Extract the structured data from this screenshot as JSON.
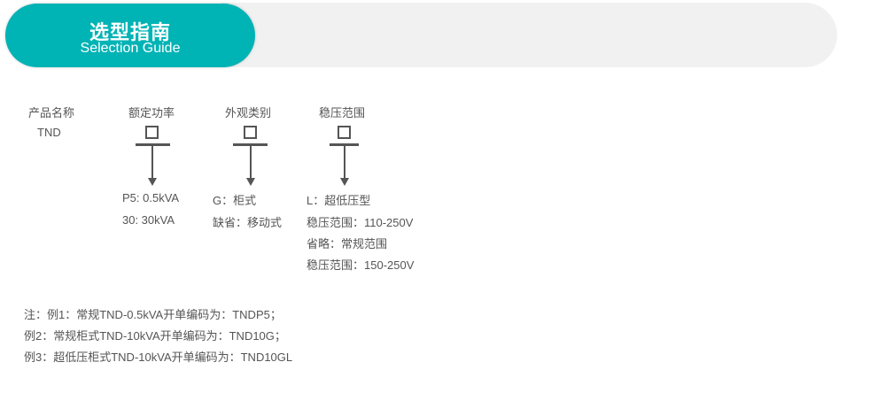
{
  "banner": {
    "title_cn": "选型指南",
    "title_en": "Selection Guide",
    "accent": "#00b3b5"
  },
  "product": {
    "label": "产品名称",
    "value": "TND"
  },
  "columns": [
    {
      "label": "额定功率",
      "options": [
        "P5: 0.5kVA",
        "30: 30kVA"
      ]
    },
    {
      "label": "外观类别",
      "options": [
        "G：柜式",
        "缺省：移动式"
      ]
    },
    {
      "label": "稳压范围",
      "options": [
        "L：超低压型",
        "稳压范围：110-250V",
        "省略：常规范围",
        "稳压范围：150-250V"
      ]
    }
  ],
  "notes": [
    "注：例1：常规TND-0.5kVA开单编码为：TNDP5；",
    "例2：常规柜式TND-10kVA开单编码为：TND10G；",
    "例3：超低压柜式TND-10kVA开单编码为：TND10GL"
  ]
}
